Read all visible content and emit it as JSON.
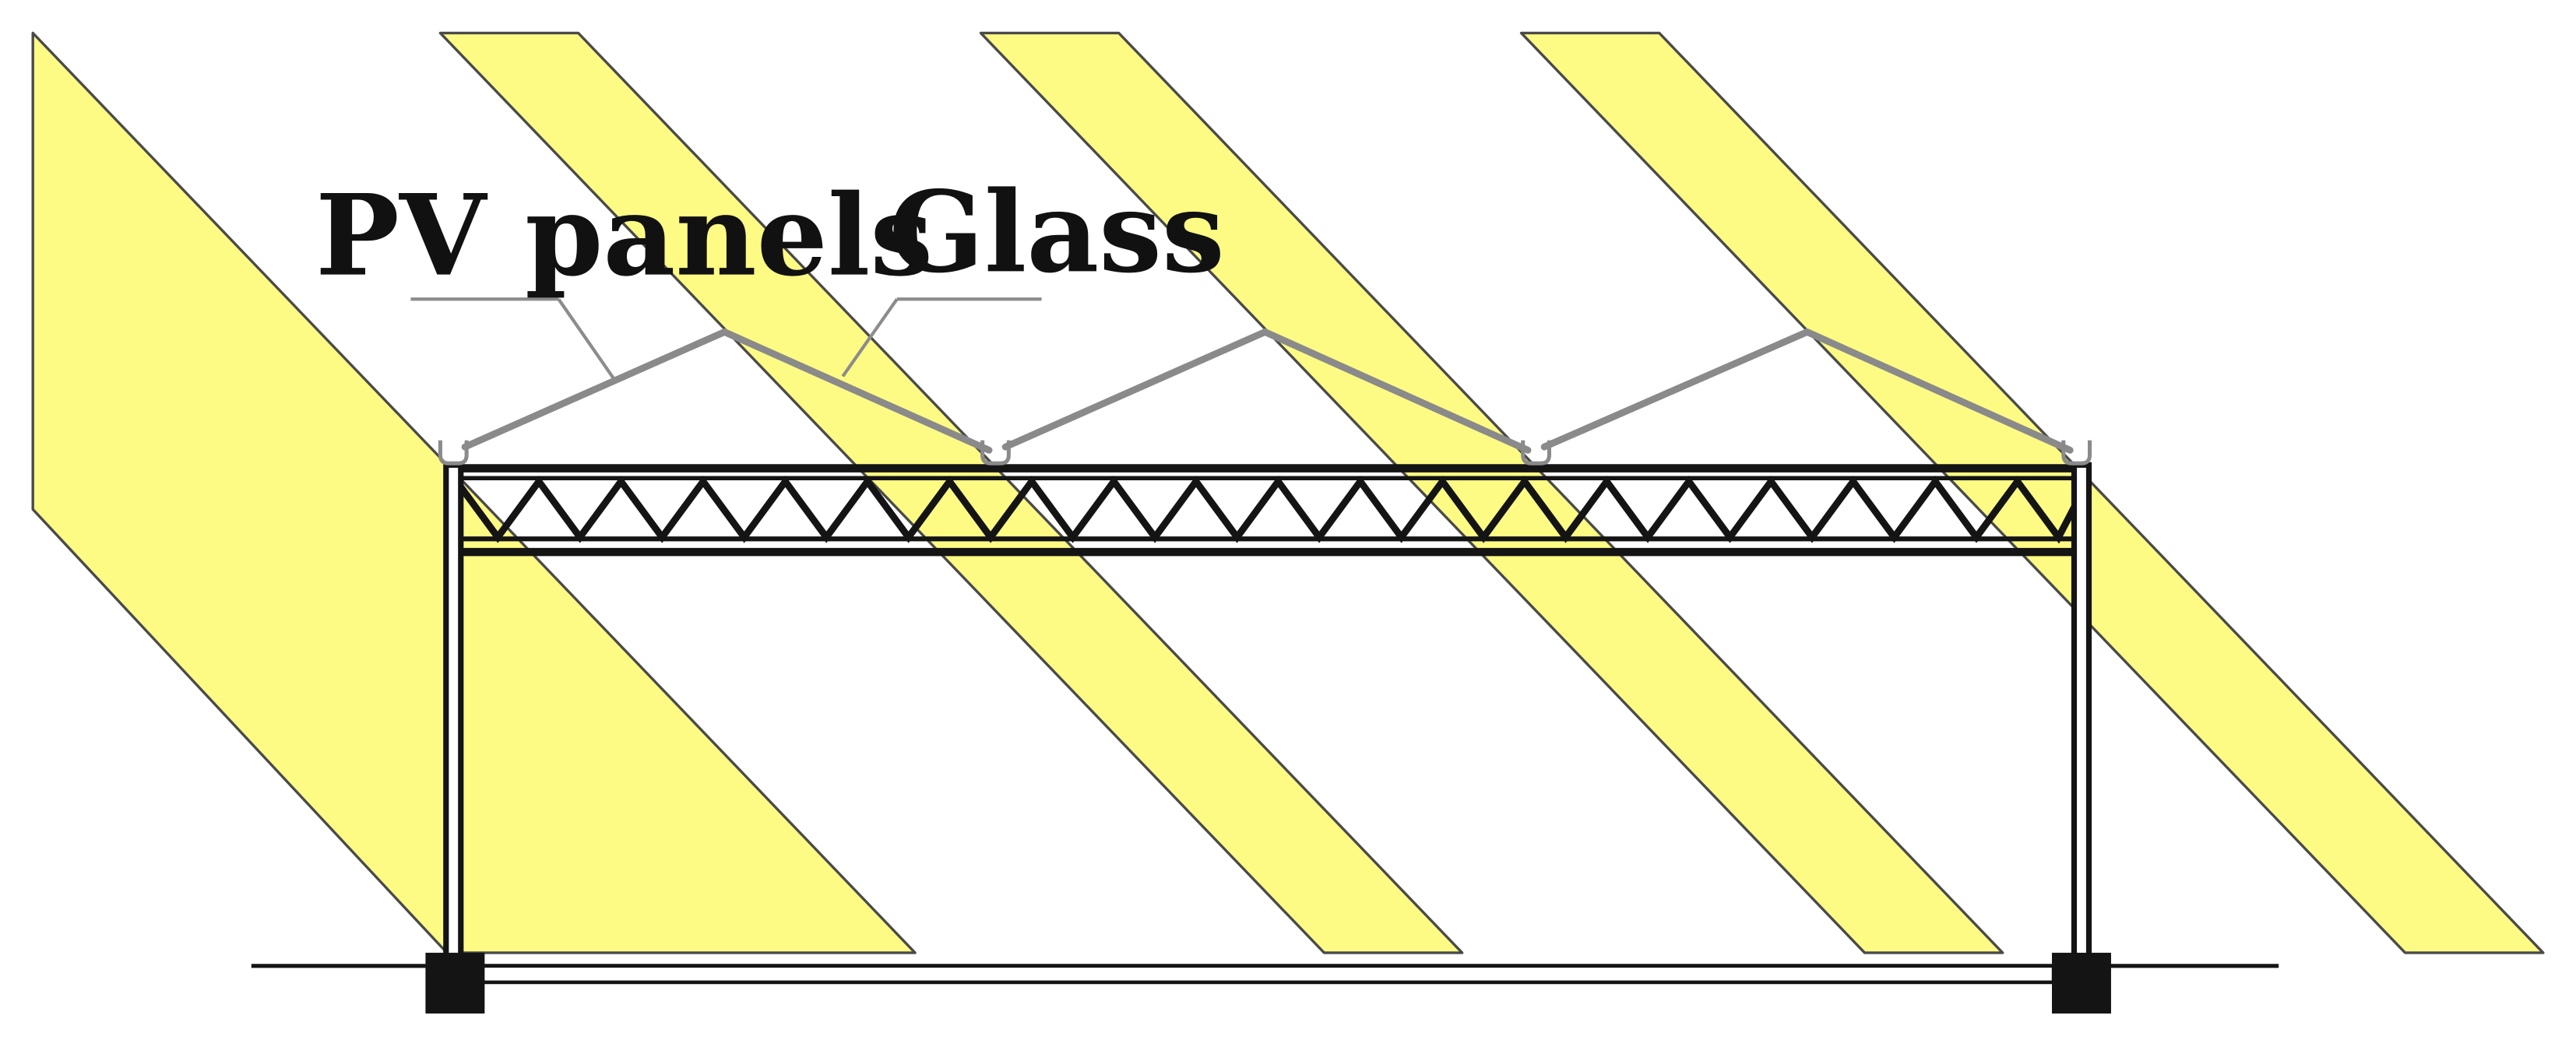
{
  "labels": {
    "pv_panels": "PV panels",
    "glass": "Glass"
  },
  "colors": {
    "background": "#ffffff",
    "sunlight_band": "#fdfb84",
    "sunlight_edge": "#4a4a4a",
    "frame": "#141414",
    "roof": "#8a8a8a",
    "leader_line": "#8c8c8c",
    "text": "#111111"
  },
  "icons": {
    "foundation": "square-block",
    "gutter": "u-channel"
  }
}
